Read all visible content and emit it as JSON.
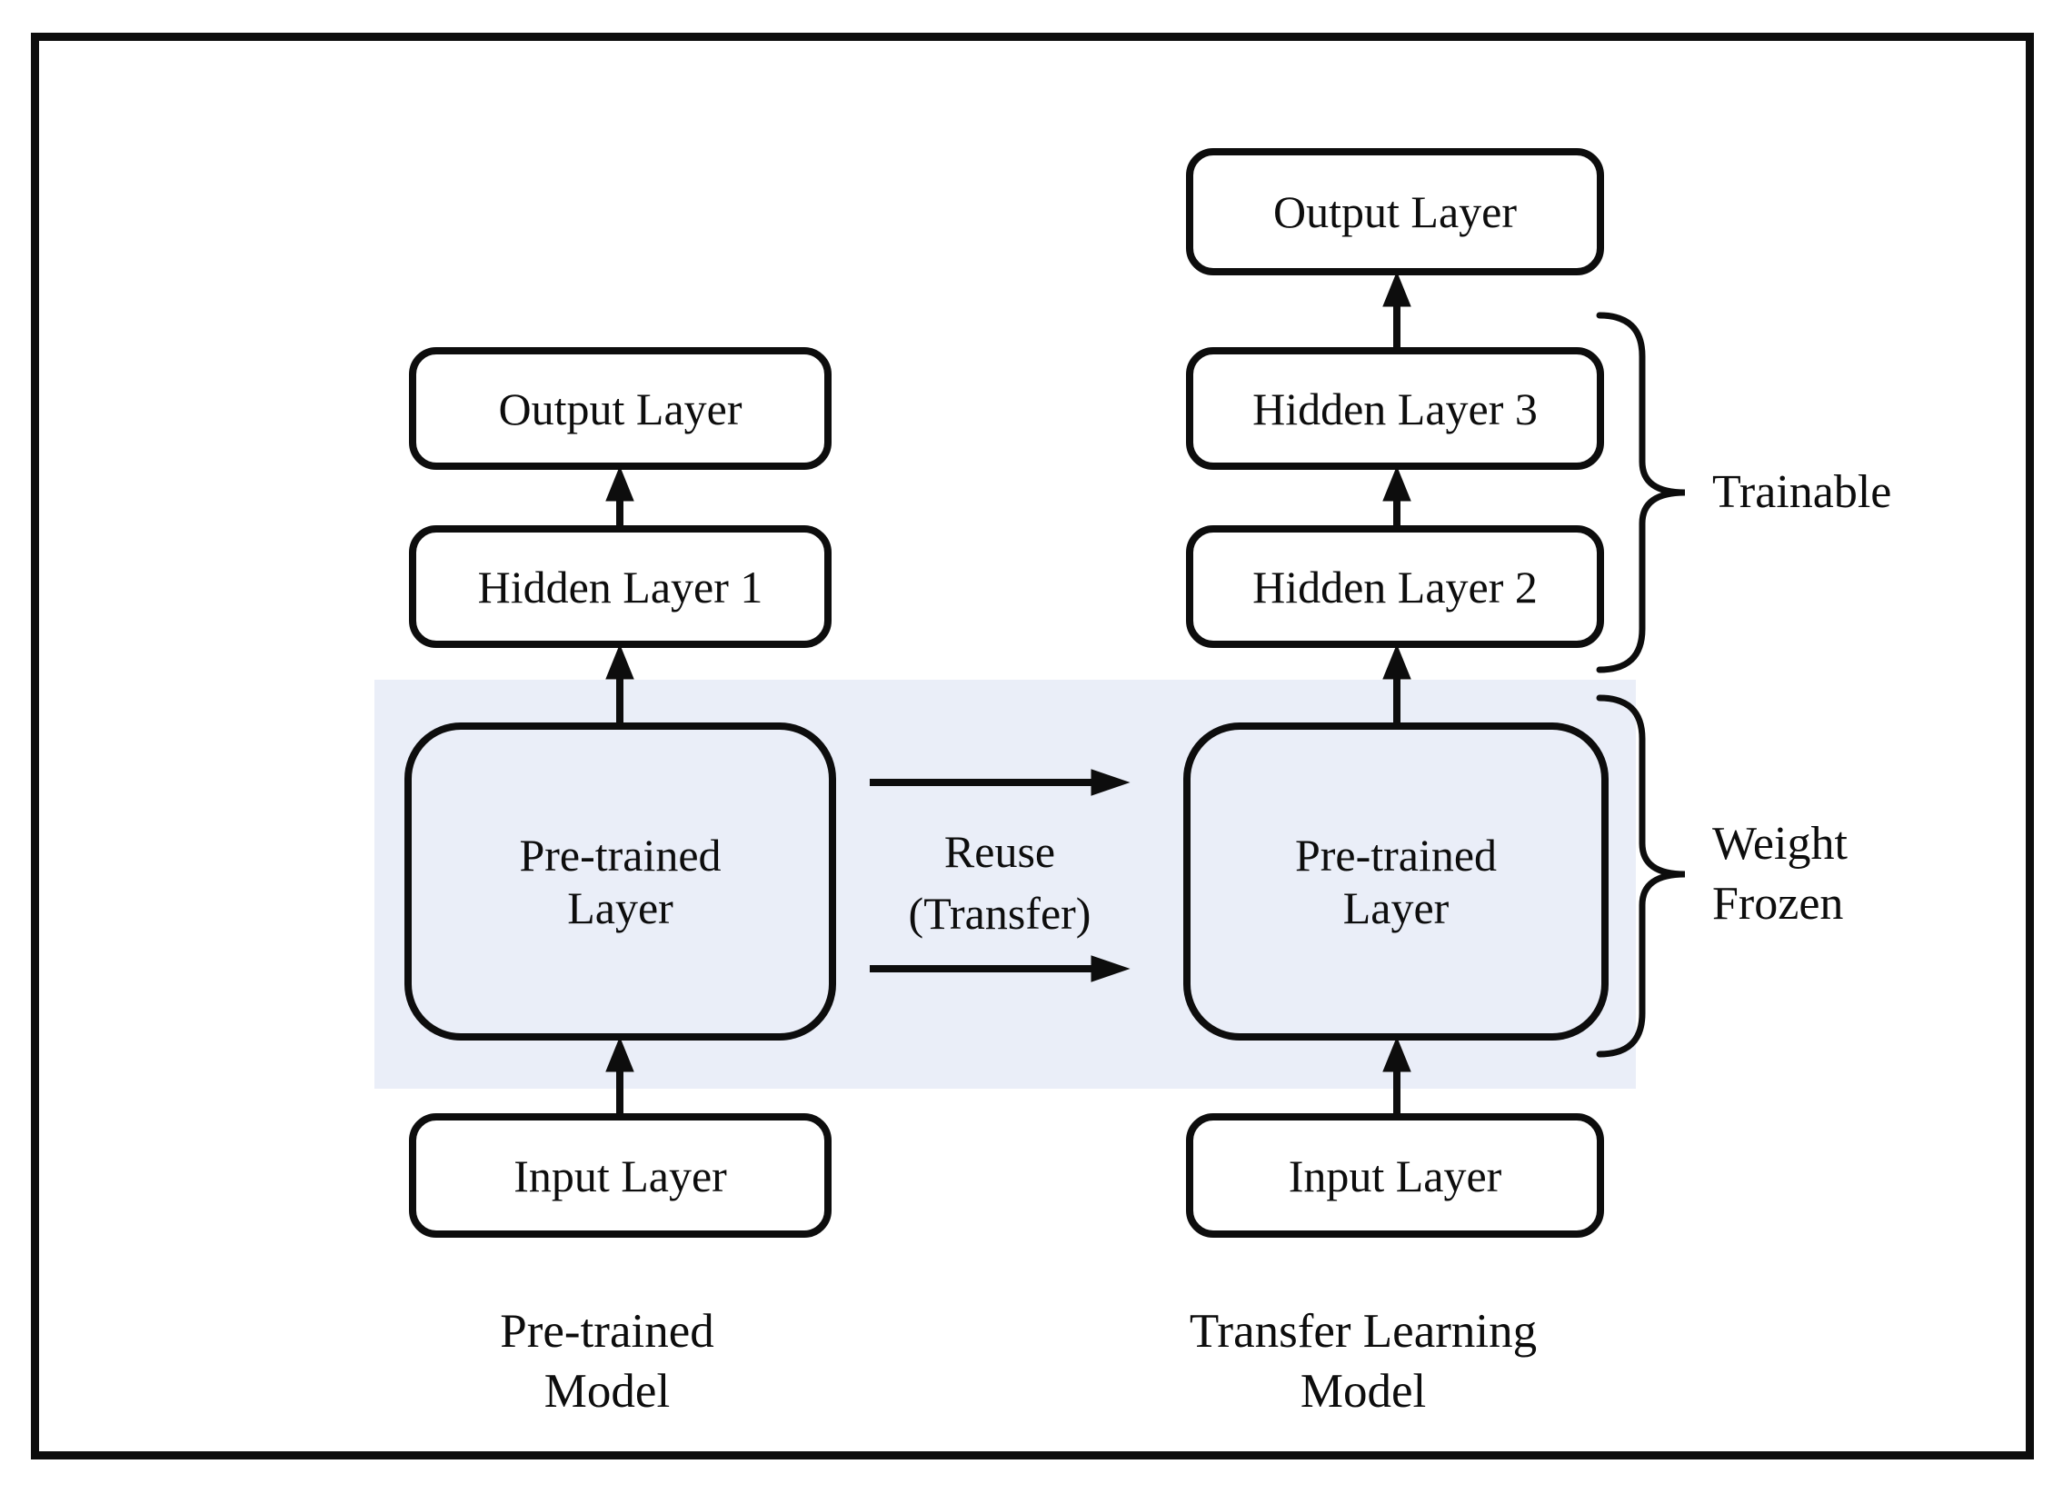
{
  "colors": {
    "background": "#ffffff",
    "stroke": "#0d0d0d",
    "frozen_band": "#eaeef8",
    "text": "#0d0d0d"
  },
  "left_model": {
    "caption_lines": [
      "Pre-trained",
      "Model"
    ],
    "output_label": "Output Layer",
    "hidden1_label": "Hidden Layer 1",
    "pretrained_lines": [
      "Pre-trained",
      "Layer"
    ],
    "input_label": "Input Layer"
  },
  "right_model": {
    "caption_lines": [
      "Transfer Learning",
      "Model"
    ],
    "output_label": "Output Layer",
    "hidden3_label": "Hidden Layer 3",
    "hidden2_label": "Hidden Layer 2",
    "pretrained_lines": [
      "Pre-trained",
      "Layer"
    ],
    "input_label": "Input Layer"
  },
  "transfer_arrow": {
    "lines": [
      "Reuse",
      "(Transfer)"
    ]
  },
  "annotations": {
    "trainable_label": "Trainable",
    "weight_frozen_lines": [
      "Weight",
      "Frozen"
    ]
  }
}
